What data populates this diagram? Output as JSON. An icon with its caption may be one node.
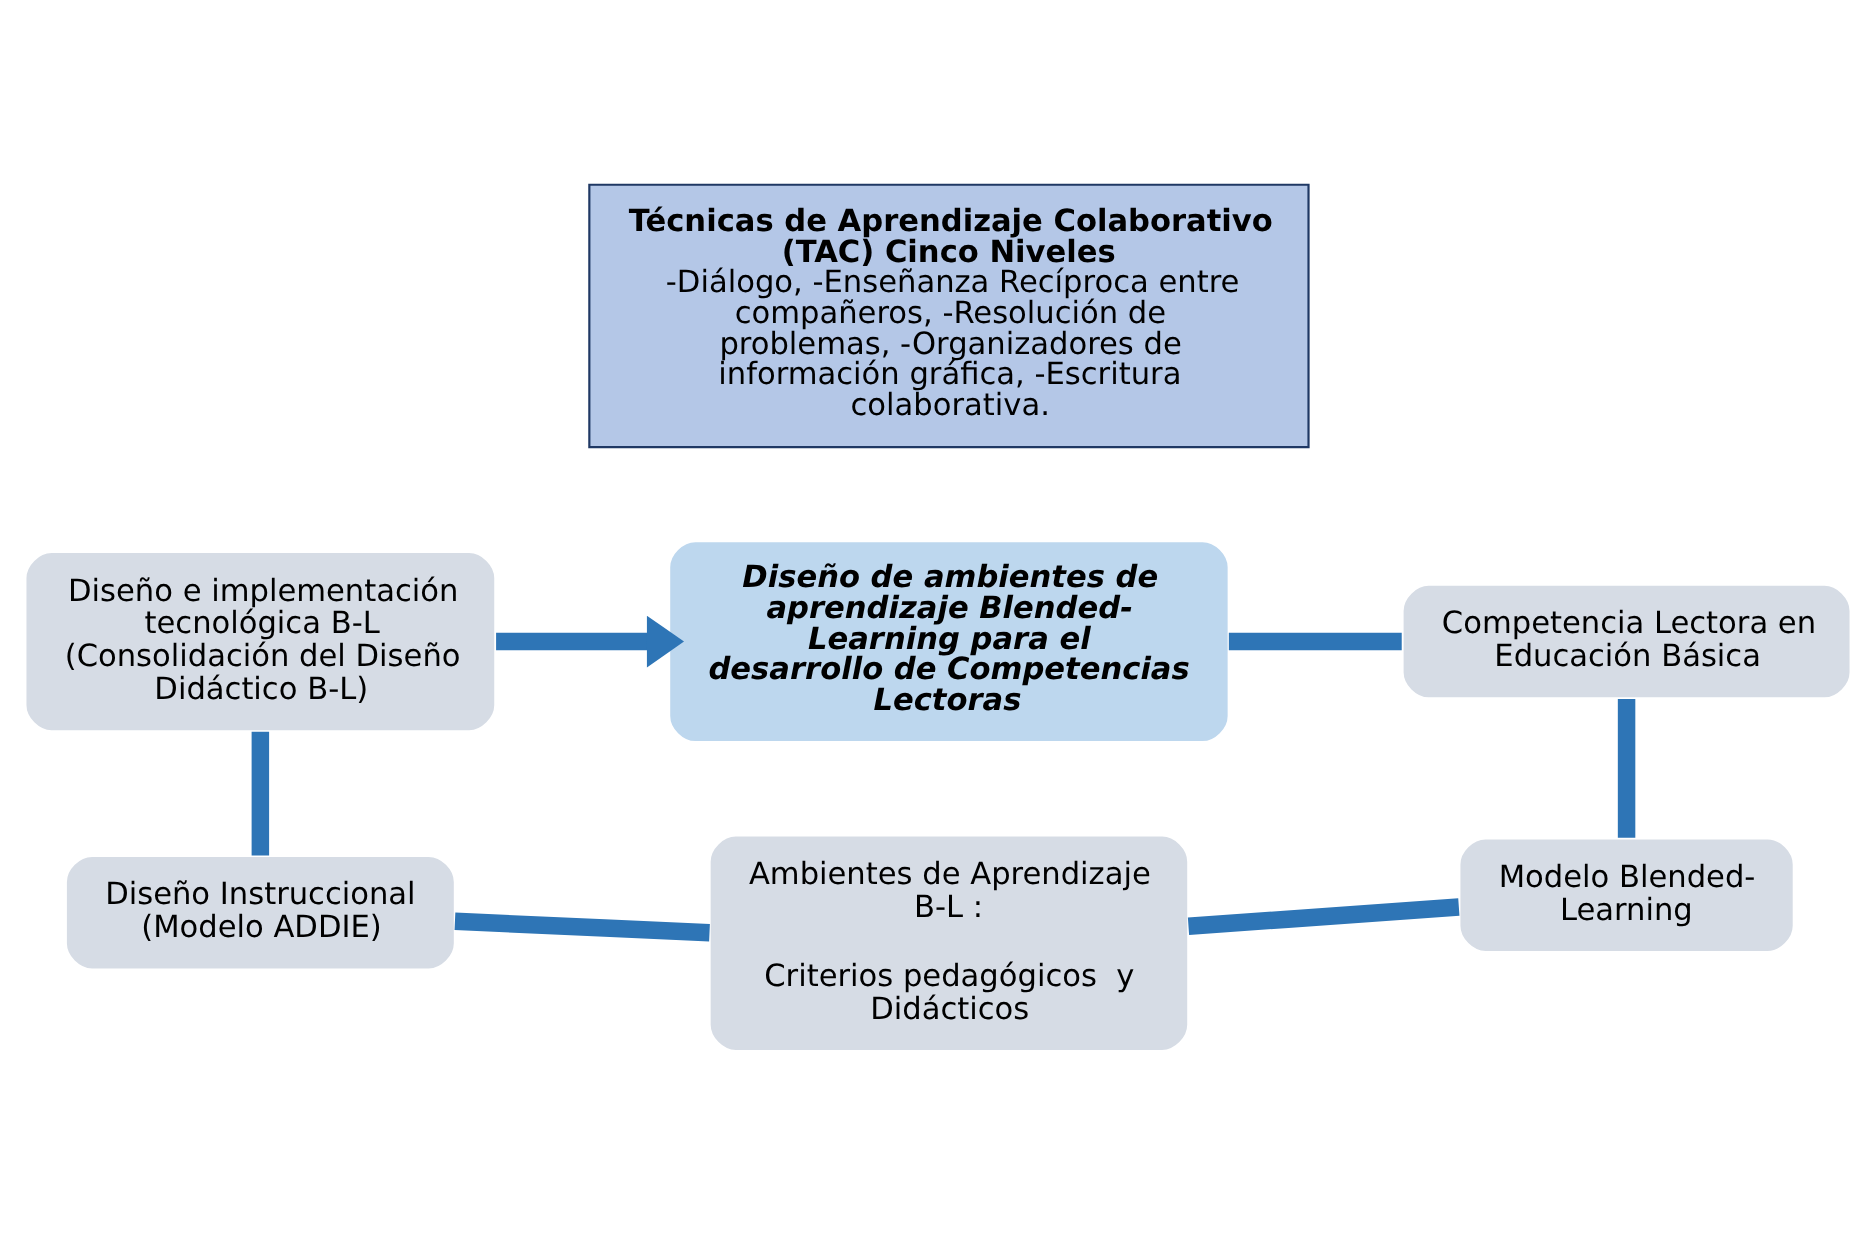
{
  "diagram": {
    "nodes": [
      {
        "text": [
          "Diseño de ambientes de aprendizaje Blended-Learning para el desarrollo de Competencias Lectoras"
        ]
      },
      {
        "text": [
          "Competencia Lectora en Educación Básica"
        ]
      },
      {
        "text": [
          "Modelo Blended-Learning"
        ]
      },
      {
        "text": [
          "Ambientes de Aprendizaje  B-L :",
          "Criterios pedagógicos  y Didácticos"
        ]
      },
      {
        "text": [
          "Diseño Instruccional (Modelo ADDIE)"
        ]
      },
      {
        "text": [
          "Diseño e implementación tecnológica B-L (Consolidación del Diseño Didáctico B-L)"
        ]
      },
      {
        "text": [
          "Técnicas de Aprendizaje Colaborativo (TAC) Cinco Niveles",
          "-Diálogo, -Enseñanza Recíproca entre compañeros, -Resolución de problemas, -Organizadores de información gráfica, -Escritura colaborativa."
        ]
      }
    ],
    "edges": [
      {
        "from": 0,
        "to": 1,
        "arrow": "none"
      },
      {
        "from": 1,
        "to": 2,
        "arrow": "none"
      },
      {
        "from": 2,
        "to": 3,
        "arrow": "none"
      },
      {
        "from": 3,
        "to": 4,
        "arrow": "none"
      },
      {
        "from": 4,
        "to": 5,
        "arrow": "none"
      },
      {
        "from": 5,
        "to": 0,
        "arrow": "to"
      }
    ]
  }
}
